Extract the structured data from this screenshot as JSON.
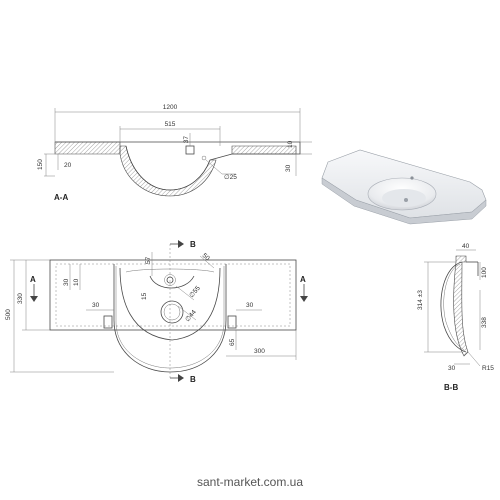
{
  "section_aa": {
    "title": "A-A",
    "dims": {
      "total_width": "1200",
      "bowl_width": "515",
      "d37": "37",
      "d10": "10",
      "d150": "150",
      "d20": "20",
      "d30": "30",
      "hole": "∅25"
    }
  },
  "plan_view": {
    "section_marker_a": "A",
    "section_marker_b": "B",
    "dims": {
      "d500": "500",
      "d330": "330",
      "d30_left": "30",
      "d10": "10",
      "d30_mid": "30",
      "d57": "57",
      "d50": "50",
      "d55": "∅55",
      "d44": "∅44",
      "d15": "15",
      "d30_right": "30",
      "d65": "65",
      "d300": "300"
    }
  },
  "section_bb": {
    "title": "B-B",
    "dims": {
      "d40": "40",
      "d100": "100",
      "d314": "314 ±3",
      "d338": "338",
      "d30": "30",
      "r15": "R15"
    }
  },
  "watermark": "sant-market.com.ua"
}
